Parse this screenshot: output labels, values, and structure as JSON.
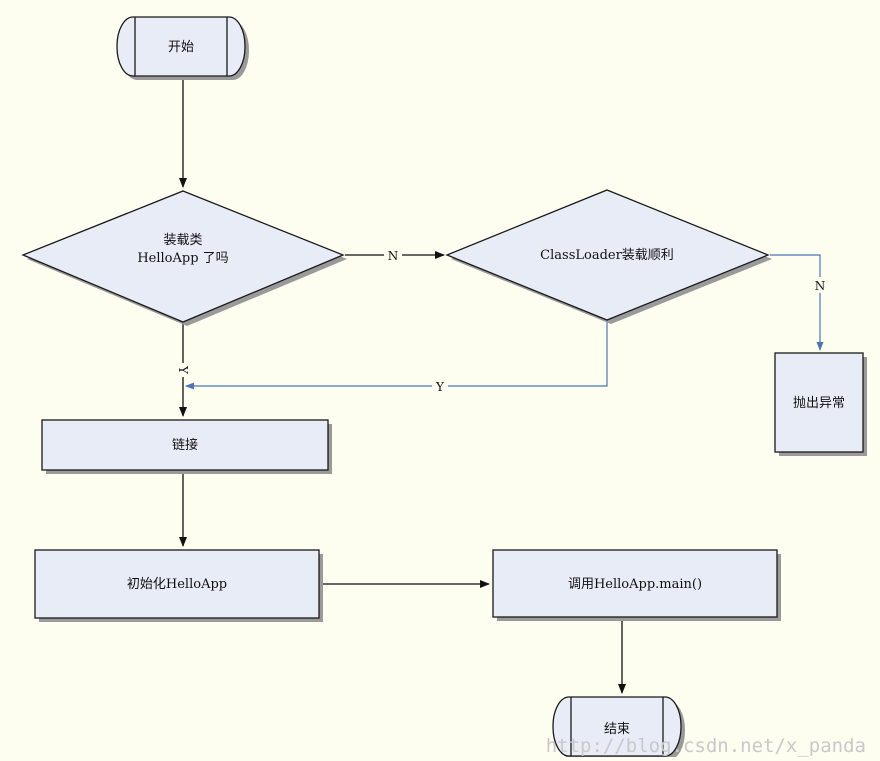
{
  "diagram": {
    "nodes": {
      "start": "开始",
      "decision_loaded_line1": "装载类",
      "decision_loaded_line2": "HelloApp 了吗",
      "decision_classloader": "ClassLoader装载顺利",
      "throw_exception": "抛出异常",
      "link": "链接",
      "init": "初始化HelloApp",
      "call_main": "调用HelloApp.main()",
      "end": "结束"
    },
    "edges": {
      "loaded_no": "N",
      "classloader_no": "N",
      "loaded_yes": "Y",
      "classloader_yes": "Y"
    },
    "colors": {
      "node_fill": "#e7ecf7",
      "blue_edge": "#4a76b8",
      "background": "#fdfdf0"
    }
  },
  "watermark": "http://blog.csdn.net/x_panda"
}
